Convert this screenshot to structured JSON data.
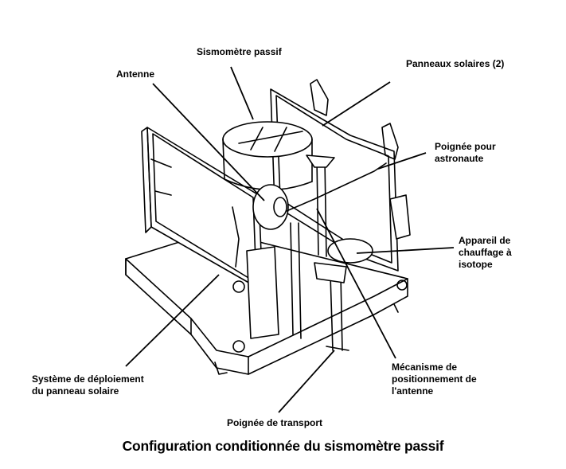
{
  "title": "Configuration conditionnée du sismomètre passif",
  "labels": {
    "sismometre": "Sismomètre passif",
    "antenne": "Antenne",
    "panneaux": "Panneaux solaires (2)",
    "poignee_astronaute": "Poignée pour\nastronaute",
    "appareil": "Appareil de\nchauffage à\nisotope",
    "deploiement": "Système de déploiement\ndu panneau solaire",
    "mecanisme": "Mécanisme de\npositionnement de\nl'antenne",
    "poignee_transport": "Poignée de transport"
  }
}
